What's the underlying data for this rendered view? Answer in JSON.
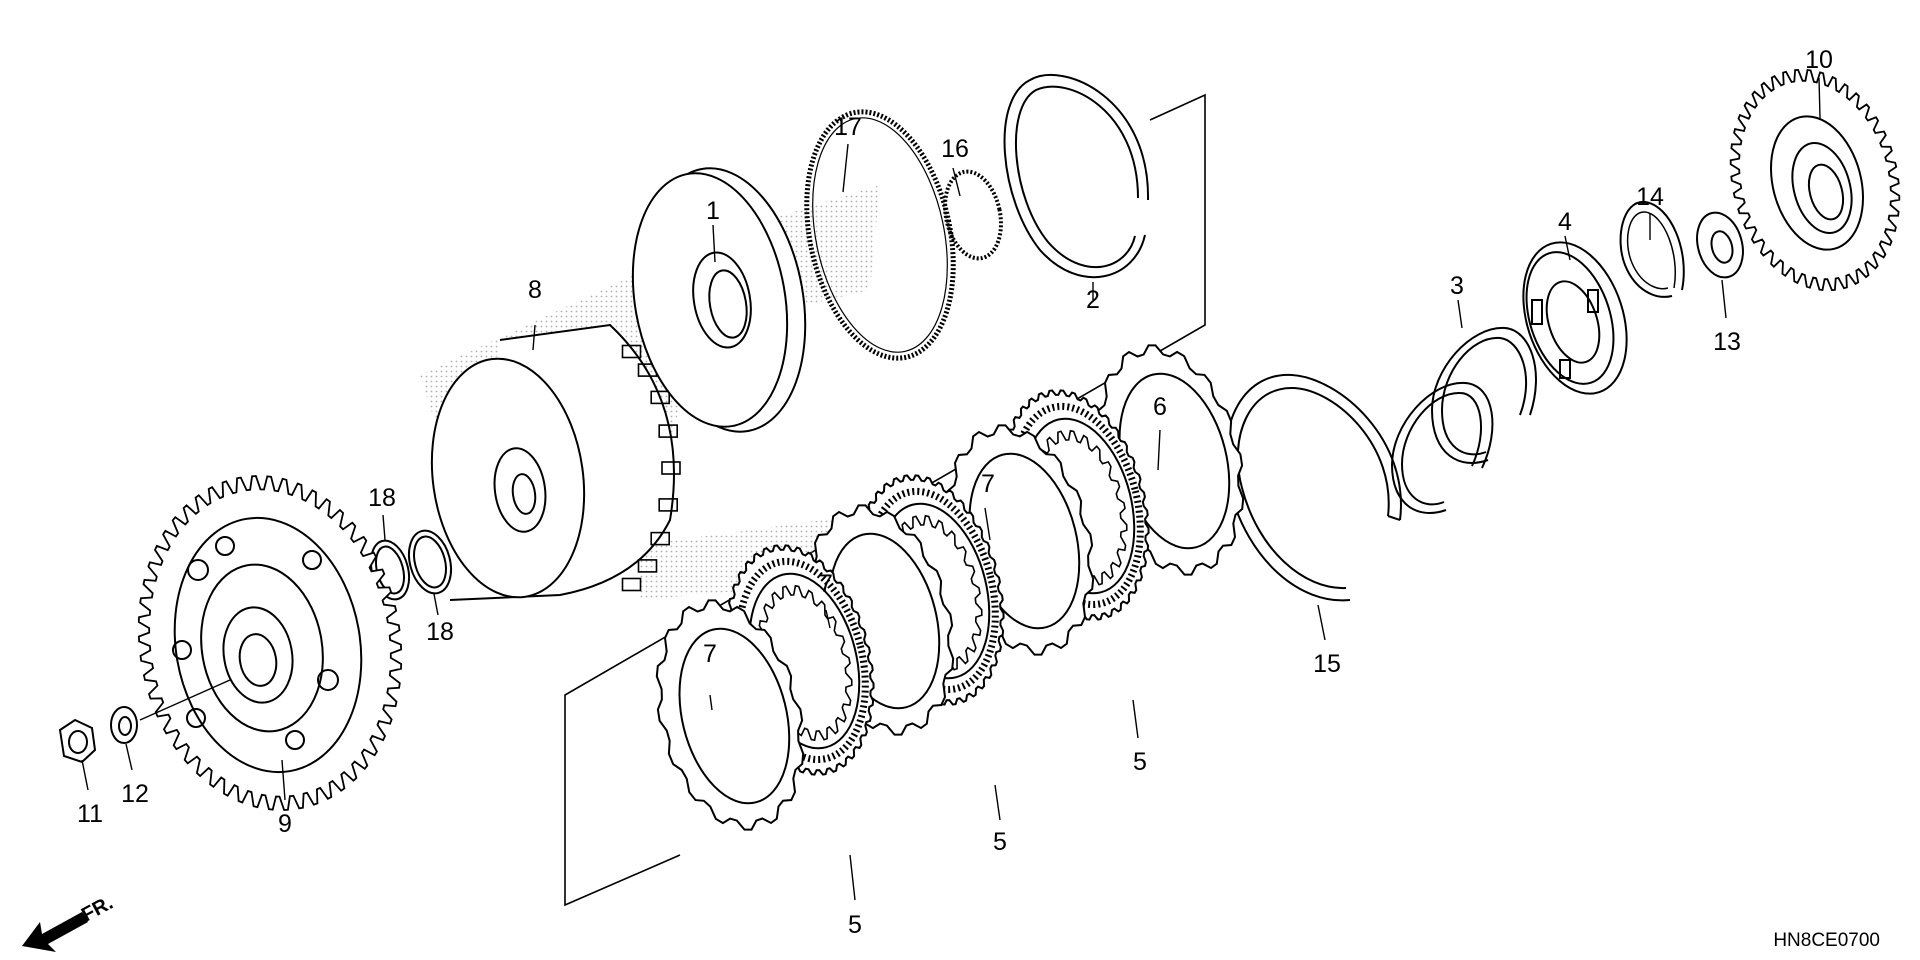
{
  "diagram": {
    "drawing_code": "HN8CE0700",
    "direction_label": "FR.",
    "callouts": [
      {
        "id": "c1",
        "text": "1"
      },
      {
        "id": "c2",
        "text": "2"
      },
      {
        "id": "c3",
        "text": "3"
      },
      {
        "id": "c4",
        "text": "4"
      },
      {
        "id": "c5a",
        "text": "5"
      },
      {
        "id": "c5b",
        "text": "5"
      },
      {
        "id": "c5c",
        "text": "5"
      },
      {
        "id": "c6",
        "text": "6"
      },
      {
        "id": "c7a",
        "text": "7"
      },
      {
        "id": "c7b",
        "text": "7"
      },
      {
        "id": "c7c",
        "text": "7"
      },
      {
        "id": "c8",
        "text": "8"
      },
      {
        "id": "c9",
        "text": "9"
      },
      {
        "id": "c10",
        "text": "10"
      },
      {
        "id": "c11",
        "text": "11"
      },
      {
        "id": "c12",
        "text": "12"
      },
      {
        "id": "c13",
        "text": "13"
      },
      {
        "id": "c14",
        "text": "14"
      },
      {
        "id": "c15",
        "text": "15"
      },
      {
        "id": "c16",
        "text": "16"
      },
      {
        "id": "c17",
        "text": "17"
      },
      {
        "id": "c18a",
        "text": "18"
      },
      {
        "id": "c18b",
        "text": "18"
      }
    ]
  }
}
